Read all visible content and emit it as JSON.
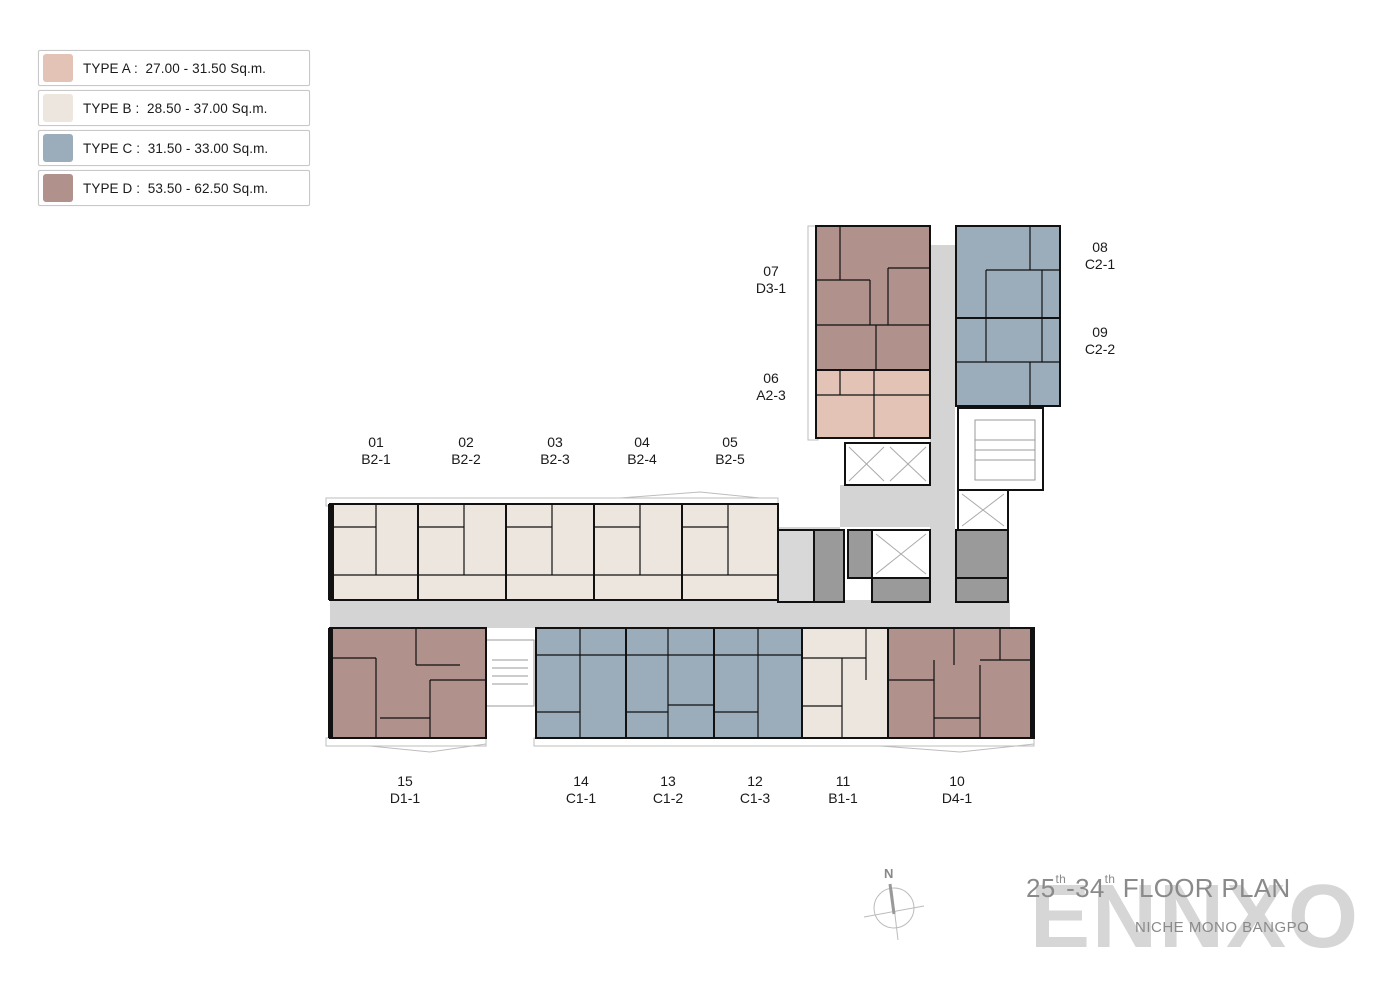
{
  "legend": [
    {
      "type": "TYPE A",
      "range": ":  27.00 - 31.50 Sq.m.",
      "color": "#e2c3b6"
    },
    {
      "type": "TYPE B",
      "range": ":  28.50 - 37.00 Sq.m.",
      "color": "#ede6de"
    },
    {
      "type": "TYPE C",
      "range": ":  31.50 - 33.00 Sq.m.",
      "color": "#9badbb"
    },
    {
      "type": "TYPE D",
      "range": ":  53.50 - 62.50 Sq.m.",
      "color": "#b0918b"
    }
  ],
  "units": [
    {
      "no": "01",
      "code": "B2-1"
    },
    {
      "no": "02",
      "code": "B2-2"
    },
    {
      "no": "03",
      "code": "B2-3"
    },
    {
      "no": "04",
      "code": "B2-4"
    },
    {
      "no": "05",
      "code": "B2-5"
    },
    {
      "no": "06",
      "code": "A2-3"
    },
    {
      "no": "07",
      "code": "D3-1"
    },
    {
      "no": "08",
      "code": "C2-1"
    },
    {
      "no": "09",
      "code": "C2-2"
    },
    {
      "no": "10",
      "code": "D4-1"
    },
    {
      "no": "11",
      "code": "B1-1"
    },
    {
      "no": "12",
      "code": "C1-3"
    },
    {
      "no": "13",
      "code": "C1-2"
    },
    {
      "no": "14",
      "code": "C1-1"
    },
    {
      "no": "15",
      "code": "D1-1"
    }
  ],
  "title": {
    "floor_from": "25",
    "floor_from_sup": "th",
    "dash": "-",
    "floor_to": "34",
    "floor_to_sup": "th",
    "text": " FLOOR PLAN",
    "subtitle": "NICHE MONO BANGPO"
  },
  "compass": {
    "label": "N"
  },
  "watermark": "ENNXO",
  "colors": {
    "type_a": "#e2c3b6",
    "type_b": "#ede6de",
    "type_c": "#9badbb",
    "type_d": "#b0918b",
    "corridor": "#d4d4d4",
    "service": "#9a9a9a",
    "wall": "#111111"
  }
}
